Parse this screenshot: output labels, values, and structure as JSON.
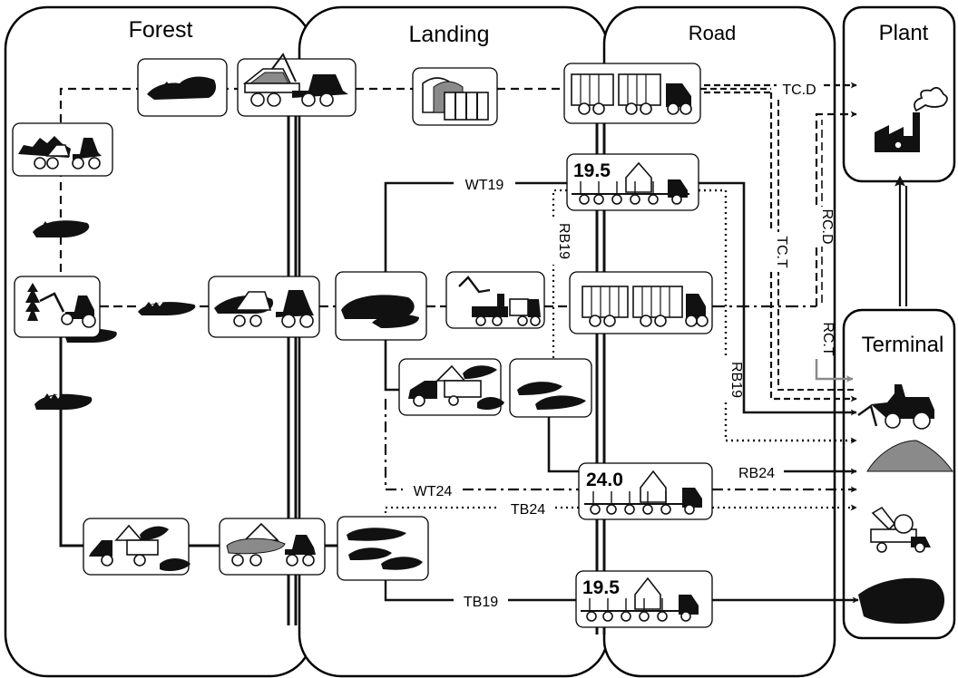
{
  "zones": {
    "forest": "Forest",
    "landing": "Landing",
    "road": "Road",
    "plant": "Plant",
    "terminal": "Terminal"
  },
  "truck_capacities": {
    "top": "19.5",
    "middle": "24.0",
    "bottom": "19.5"
  },
  "flow_labels": {
    "tc_d": "TC.D",
    "rc_d": "RC.D",
    "tc_t": "TC.T",
    "rc_t": "RC.T",
    "wt19": "WT19",
    "rb19_landing": "RB19",
    "rb19_road": "RB19",
    "rb24": "RB24",
    "wt24": "WT24",
    "tb24": "TB24",
    "tb19": "TB19"
  },
  "colors": {
    "line": "#111111",
    "grey_route": "#8a8a8a",
    "background": "#ffffff"
  }
}
